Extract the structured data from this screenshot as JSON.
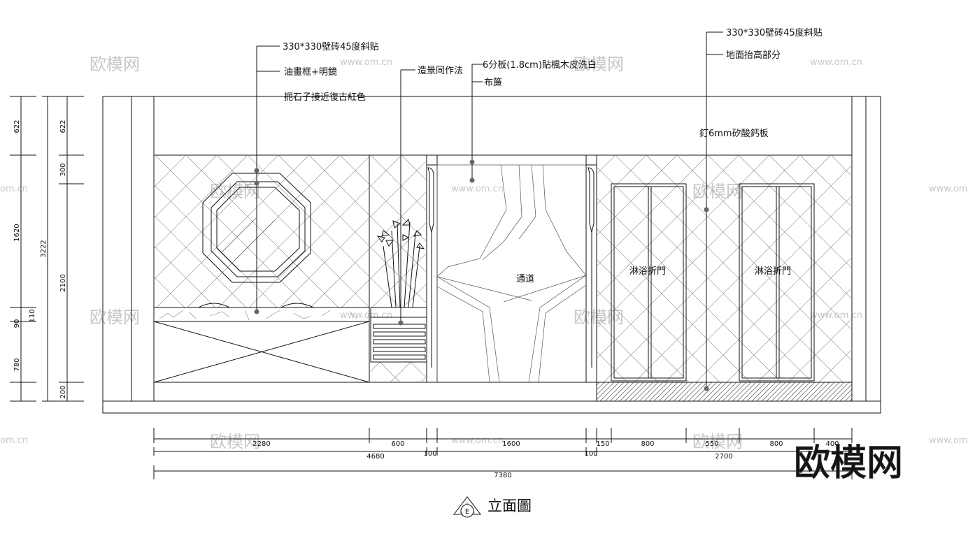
{
  "drawing": {
    "title": "立面圖",
    "marker_letter": "E"
  },
  "annotations": {
    "tile_left": "330*330壁砖45度斜贴",
    "painting_frame": "油畫框+明鏡",
    "stone": "扼石子接近復古紅色",
    "landscape": "造景同作法",
    "board": "6分板(1.8cm)貼楓木皮洗白",
    "curtain": "布簾",
    "tile_right": "330*330壁砖45度斜贴",
    "floor_raise": "地面抬高部分",
    "silicate_board": "釘6mm矽酸鈣板",
    "passage": "通道",
    "shower_door_1": "淋浴折門",
    "shower_door_2": "淋浴折門"
  },
  "dimensions": {
    "left_outer": [
      "622",
      "1620",
      "90",
      "780",
      "200"
    ],
    "left_total": "3222",
    "left_inner": [
      "622",
      "300",
      "2100",
      "110"
    ],
    "bottom_row1": [
      "2280",
      "600",
      "1600",
      "150",
      "800",
      "550",
      "800",
      "400"
    ],
    "bottom_row2": [
      "4680",
      "100",
      "100",
      "2700"
    ],
    "bottom_total": "7380"
  },
  "watermarks": {
    "brand": "欧模网",
    "url": "www.om.cn",
    "partial_url": "om.cn"
  }
}
